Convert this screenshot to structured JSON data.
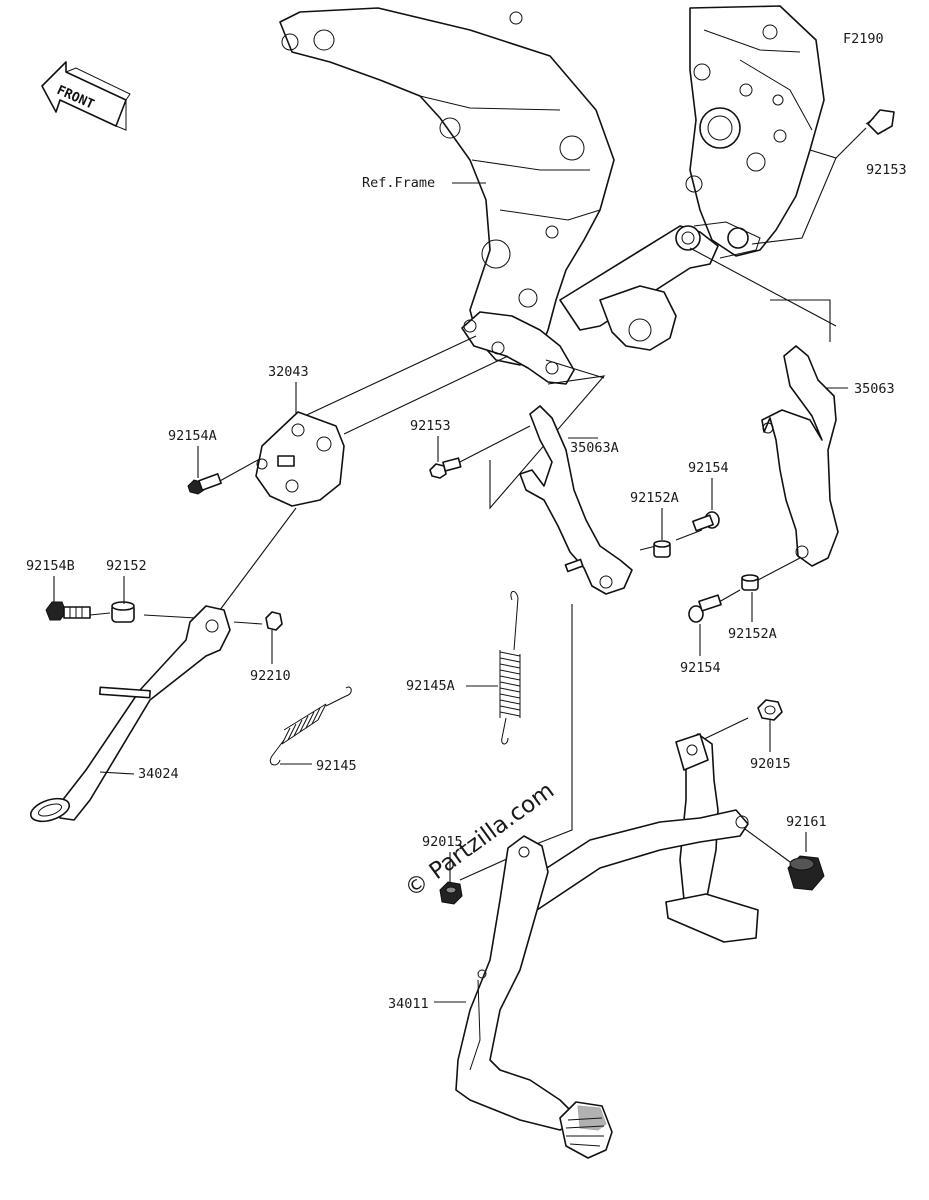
{
  "diagram_code": "F2190",
  "front_label": "FRONT",
  "watermark": "© Partzilla.com",
  "labels": {
    "ref_frame": "Ref.Frame",
    "p92153_top": "92153",
    "p35063": "35063",
    "p32043": "32043",
    "p92154A": "92154A",
    "p92153_mid": "92153",
    "p35063A": "35063A",
    "p92154_top": "92154",
    "p92152A_top": "92152A",
    "p92154B": "92154B",
    "p92152": "92152",
    "p92210": "92210",
    "p92145A": "92145A",
    "p92154_bot": "92154",
    "p92152A_bot": "92152A",
    "p92145": "92145",
    "p34024": "34024",
    "p92015_right": "92015",
    "p92161": "92161",
    "p92015_left": "92015",
    "p34011": "34011"
  }
}
